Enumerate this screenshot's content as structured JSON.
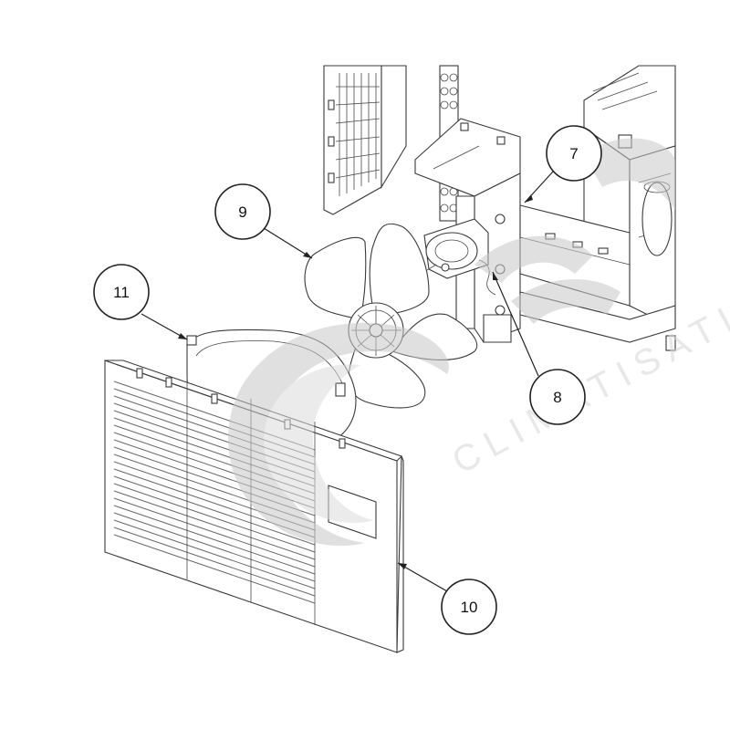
{
  "diagram": {
    "callouts": [
      {
        "id": "7",
        "label": "7"
      },
      {
        "id": "8",
        "label": "8"
      },
      {
        "id": "9",
        "label": "9"
      },
      {
        "id": "10",
        "label": "10"
      },
      {
        "id": "11",
        "label": "11"
      }
    ]
  },
  "watermark": {
    "text": "CLIMATISATION"
  },
  "colors": {
    "line": "#3a3a3a",
    "watermark": "#d0d0d0",
    "background": "#ffffff"
  }
}
